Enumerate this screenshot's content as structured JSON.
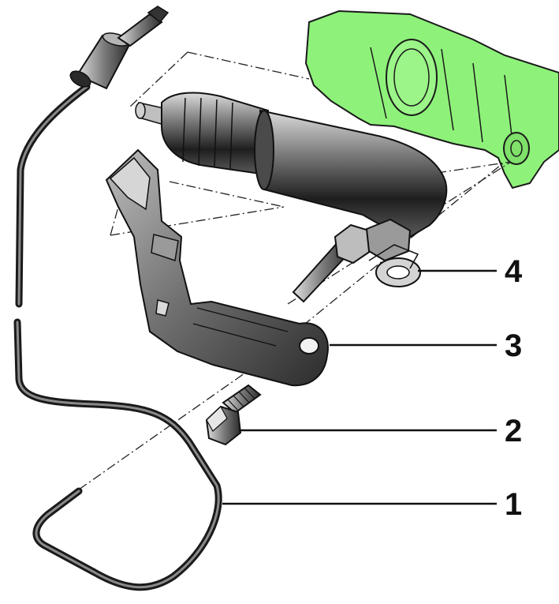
{
  "callouts": [
    {
      "id": "1",
      "label": "1"
    },
    {
      "id": "2",
      "label": "2"
    },
    {
      "id": "3",
      "label": "3"
    },
    {
      "id": "4",
      "label": "4"
    }
  ],
  "colors": {
    "housing_highlight": "#8ef27a",
    "outline": "#1a1a1a",
    "metal_dark": "#2a2a2a",
    "metal_mid": "#6b6b6b",
    "metal_light": "#c9c9c9",
    "background": "#ffffff"
  }
}
